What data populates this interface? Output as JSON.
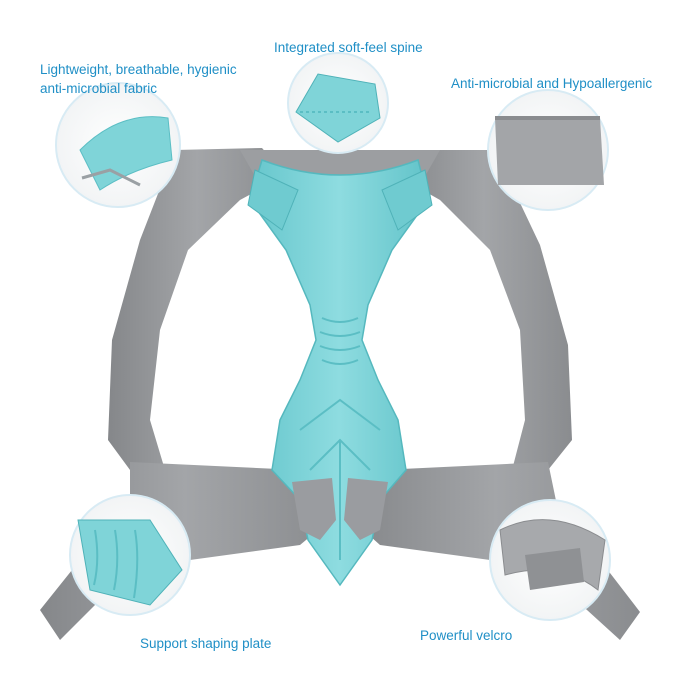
{
  "product": {
    "callouts": {
      "fabric": {
        "line1": "Lightweight, breathable, hygienic",
        "line2": "anti-microbial fabric"
      },
      "spine": "Integrated soft-feel spine",
      "antimicrobial": "Anti-microbial and Hypoallergenic",
      "plate": "Support shaping plate",
      "velcro": "Powerful velcro"
    },
    "colors": {
      "strap": "#8f9194",
      "strap_light": "#a7a9ac",
      "plate": "#7fd4d8",
      "plate_dark": "#5bbec4",
      "label": "#1f8fc6",
      "circle_ring": "#cfe7f3"
    }
  }
}
